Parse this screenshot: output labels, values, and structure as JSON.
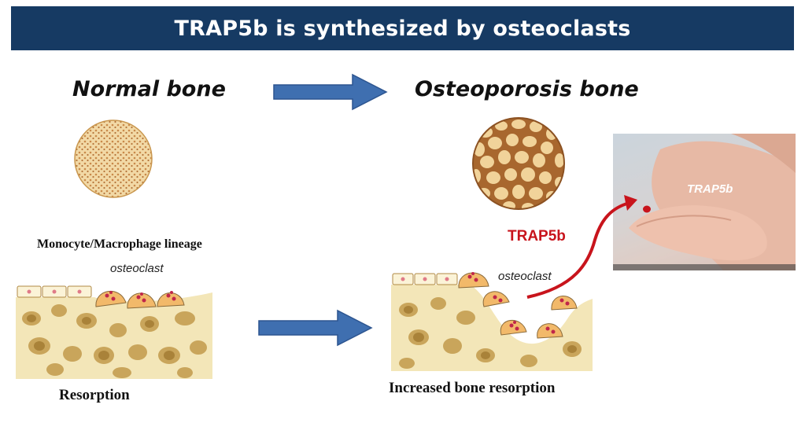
{
  "banner": {
    "title": "TRAP5b is synthesized by osteoclasts"
  },
  "left": {
    "bone_label": "Normal bone",
    "lineage_label": "Monocyte/Macrophage lineage",
    "osteoclast_label": "osteoclast",
    "process_label": "Resorption"
  },
  "right": {
    "bone_label": "Osteoporosis bone",
    "osteoclast_label": "osteoclast",
    "marker_label": "TRAP5b",
    "process_label": "Increased bone resorption"
  },
  "photo": {
    "label": "TRAP5b"
  },
  "colors": {
    "banner": "#163a63",
    "arrow": "#3f6fb0",
    "marker_red": "#c8141c",
    "bone_matrix": "#f3e6b8",
    "osteoclast": "#f2b96a"
  },
  "icons": [
    "right-arrow-icon",
    "curved-arrow-icon",
    "blood-drop-icon"
  ]
}
